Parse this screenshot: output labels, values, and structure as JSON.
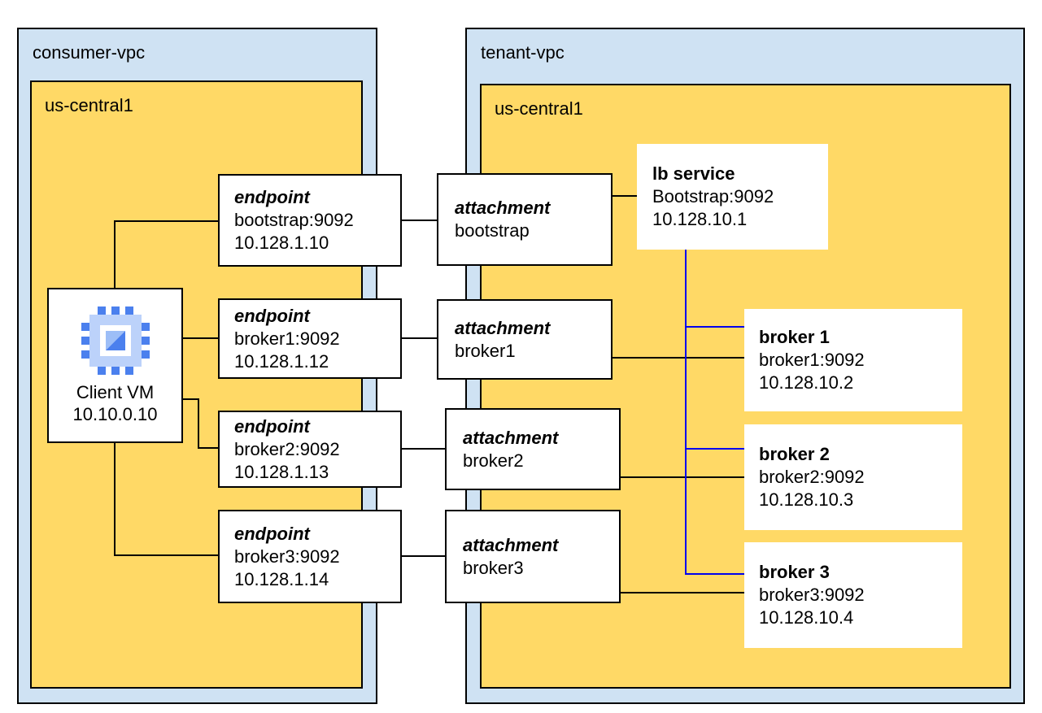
{
  "consumer_vpc": {
    "label": "consumer-vpc",
    "region_label": "us-central1"
  },
  "tenant_vpc": {
    "label": "tenant-vpc",
    "region_label": "us-central1"
  },
  "client_vm": {
    "name": "Client VM",
    "ip": "10.10.0.10"
  },
  "endpoints": [
    {
      "title": "endpoint",
      "line1": "bootstrap:9092",
      "line2": "10.128.1.10"
    },
    {
      "title": "endpoint",
      "line1": "broker1:9092",
      "line2": "10.128.1.12"
    },
    {
      "title": "endpoint",
      "line1": "broker2:9092",
      "line2": "10.128.1.13"
    },
    {
      "title": "endpoint",
      "line1": "broker3:9092",
      "line2": "10.128.1.14"
    }
  ],
  "attachments": [
    {
      "title": "attachment",
      "line1": "bootstrap"
    },
    {
      "title": "attachment",
      "line1": "broker1"
    },
    {
      "title": "attachment",
      "line1": "broker2"
    },
    {
      "title": "attachment",
      "line1": "broker3"
    }
  ],
  "lb_service": {
    "title": "lb service",
    "line1": "Bootstrap:9092",
    "line2": "10.128.10.1"
  },
  "brokers": [
    {
      "title": "broker 1",
      "line1": "broker1:9092",
      "line2": "10.128.10.2"
    },
    {
      "title": "broker 2",
      "line1": "broker2:9092",
      "line2": "10.128.10.3"
    },
    {
      "title": "broker 3",
      "line1": "broker3:9092",
      "line2": "10.128.10.4"
    }
  ],
  "colors": {
    "vpc_fill": "#cfe2f3",
    "region_fill": "#ffd966",
    "box_border": "#000000",
    "connector": "#000000",
    "lb_connector": "#0000ee",
    "icon_pin_blue": "#4b80ee",
    "icon_body_blue": "#bcd2fa"
  }
}
